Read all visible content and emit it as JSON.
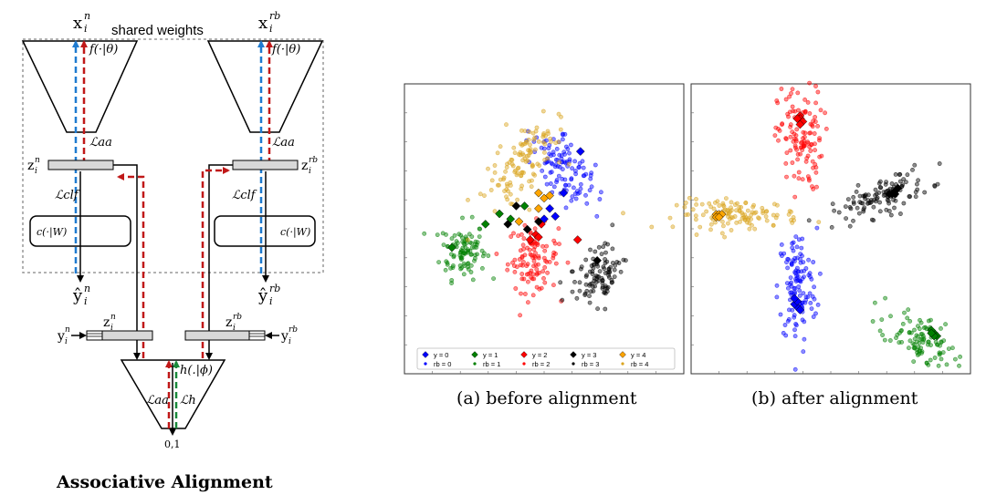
{
  "diagram": {
    "title": "Associative Alignment",
    "shared_weights_label": "shared weights",
    "left_input": {
      "base": "x",
      "sub": "i",
      "sup": "n"
    },
    "right_input": {
      "base": "x",
      "sub": "i",
      "sup": "rb"
    },
    "f_label": "f(·|θ)",
    "h_label": "h(.|ϕ)",
    "c_label": "c(·|W)",
    "z_left": {
      "base": "z",
      "sub": "i",
      "sup": "n"
    },
    "z_right": {
      "base": "z",
      "sub": "i",
      "sup": "rb"
    },
    "loss_aa": "ℒaa",
    "loss_clf": "ℒclf",
    "loss_h": "ℒh",
    "yhat_left": {
      "base": "ŷ",
      "sub": "i",
      "sup": "n"
    },
    "yhat_right": {
      "base": "ŷ",
      "sub": "i",
      "sup": "rb"
    },
    "y_left": {
      "base": "y",
      "sub": "i",
      "sup": "n"
    },
    "y_right": {
      "base": "y",
      "sub": "i",
      "sup": "rb"
    },
    "disc_output": "0,1",
    "colors": {
      "blue": "#1f7bd0",
      "red": "#c01818",
      "green": "#1a8a3a",
      "box": "#d8d8d8"
    }
  },
  "charts": {
    "captions": [
      "(a) before alignment",
      "(b) after alignment"
    ],
    "legend": {
      "items": [
        {
          "label": "y = 0",
          "marker": "diamond",
          "color": "#0000ff"
        },
        {
          "label": "y = 1",
          "marker": "diamond",
          "color": "#008000"
        },
        {
          "label": "y = 2",
          "marker": "diamond",
          "color": "#ff0000"
        },
        {
          "label": "y = 3",
          "marker": "diamond",
          "color": "#000000"
        },
        {
          "label": "y = 4",
          "marker": "diamond",
          "color": "#ffa500"
        },
        {
          "label": "rb = 0",
          "marker": "dot",
          "color": "#0000ff"
        },
        {
          "label": "rb = 1",
          "marker": "dot",
          "color": "#008000"
        },
        {
          "label": "rb = 2",
          "marker": "dot",
          "color": "#ff0000"
        },
        {
          "label": "rb = 3",
          "marker": "dot",
          "color": "#000000"
        },
        {
          "label": "rb = 4",
          "marker": "dot",
          "color": "#daa520"
        }
      ]
    }
  },
  "chart_data": [
    {
      "type": "scatter",
      "title": "",
      "xlim": [
        0,
        100
      ],
      "ylim": [
        0,
        100
      ],
      "clusters": [
        {
          "class": 0,
          "color": "#0000ff",
          "cx": 58,
          "cy": 67,
          "sx": 4.5,
          "sy": 8,
          "rot": 35,
          "n": 110
        },
        {
          "class": 1,
          "color": "#008000",
          "cx": 21,
          "cy": 36,
          "sx": 4,
          "sy": 5.5,
          "rot": 0,
          "n": 100
        },
        {
          "class": 2,
          "color": "#ff0000",
          "cx": 46,
          "cy": 33,
          "sx": 4.5,
          "sy": 6.5,
          "rot": 0,
          "n": 110
        },
        {
          "class": 3,
          "color": "#000000",
          "cx": 69,
          "cy": 25,
          "sx": 4.5,
          "sy": 6.5,
          "rot": -20,
          "n": 100
        },
        {
          "class": 4,
          "color": "#daa520",
          "cx": 43,
          "cy": 70,
          "sx": 4.5,
          "sy": 9,
          "rot": -30,
          "n": 120
        }
      ],
      "novel_points": [
        {
          "class": 0,
          "color": "#0000ff",
          "points": [
            [
              63,
              74
            ],
            [
              57,
              58
            ],
            [
              52,
              52
            ],
            [
              50,
              48
            ],
            [
              54,
              49
            ]
          ]
        },
        {
          "class": 1,
          "color": "#008000",
          "points": [
            [
              17,
              37
            ],
            [
              29,
              46
            ],
            [
              34,
              50
            ],
            [
              38,
              48
            ],
            [
              43,
              53
            ]
          ]
        },
        {
          "class": 2,
          "color": "#ff0000",
          "points": [
            [
              47,
              42
            ],
            [
              49,
              46
            ],
            [
              62,
              40
            ],
            [
              45,
              40
            ],
            [
              48,
              41
            ]
          ]
        },
        {
          "class": 3,
          "color": "#000000",
          "points": [
            [
              40,
              53
            ],
            [
              37,
              46
            ],
            [
              44,
              44
            ],
            [
              48,
              47
            ],
            [
              69,
              32
            ]
          ]
        },
        {
          "class": 4,
          "color": "#ffa500",
          "points": [
            [
              50,
              56
            ],
            [
              48,
              52
            ],
            [
              41,
              47
            ],
            [
              48,
              58
            ],
            [
              52,
              57
            ]
          ]
        }
      ]
    },
    {
      "type": "scatter",
      "title": "",
      "xlim": [
        0,
        100
      ],
      "ylim": [
        0,
        100
      ],
      "clusters": [
        {
          "class": 0,
          "color": "#0000ff",
          "cx": 38,
          "cy": 30,
          "sx": 3.5,
          "sy": 10,
          "rot": 0,
          "n": 120
        },
        {
          "class": 1,
          "color": "#008000",
          "cx": 82,
          "cy": 12,
          "sx": 7,
          "sy": 4,
          "rot": -35,
          "n": 100
        },
        {
          "class": 2,
          "color": "#ff0000",
          "cx": 39,
          "cy": 81,
          "sx": 4,
          "sy": 9,
          "rot": 0,
          "n": 120
        },
        {
          "class": 3,
          "color": "#000000",
          "cx": 68,
          "cy": 61,
          "sx": 9,
          "sy": 3,
          "rot": 20,
          "n": 110
        },
        {
          "class": 4,
          "color": "#daa520",
          "cx": 17,
          "cy": 55,
          "sx": 11,
          "sy": 2.5,
          "rot": 0,
          "n": 120
        }
      ],
      "novel_points": [
        {
          "class": 0,
          "color": "#0000ff",
          "points": [
            [
              38,
              23
            ],
            [
              37,
              24
            ],
            [
              39,
              22
            ],
            [
              38,
              25
            ],
            [
              37,
              26
            ]
          ]
        },
        {
          "class": 1,
          "color": "#008000",
          "points": [
            [
              87,
              14
            ],
            [
              86,
              15
            ],
            [
              88,
              13
            ],
            [
              87,
              13
            ],
            [
              86,
              14
            ]
          ]
        },
        {
          "class": 2,
          "color": "#ff0000",
          "points": [
            [
              39,
              89
            ],
            [
              39,
              88
            ],
            [
              40,
              87
            ],
            [
              39,
              86
            ],
            [
              38,
              88
            ]
          ]
        },
        {
          "class": 3,
          "color": "#000000",
          "points": [
            [
              73,
              63
            ],
            [
              72,
              62
            ],
            [
              74,
              64
            ],
            [
              71,
              62
            ],
            [
              73,
              62
            ]
          ]
        },
        {
          "class": 4,
          "color": "#ffa500",
          "points": [
            [
              9,
              55
            ],
            [
              10,
              55
            ],
            [
              11,
              55
            ],
            [
              9,
              54
            ],
            [
              10,
              54
            ]
          ]
        }
      ]
    }
  ]
}
